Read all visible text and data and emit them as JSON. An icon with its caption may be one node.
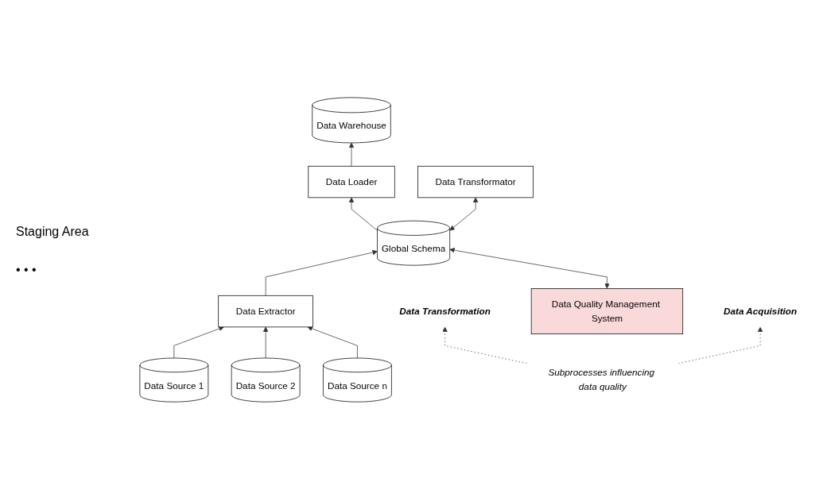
{
  "diagram": {
    "nodes": [
      {
        "text": [
          "Data Warehouse"
        ]
      },
      {
        "text": [
          "Data Loader"
        ]
      },
      {
        "text": [
          "Data Quality Management System"
        ]
      },
      {
        "text": [
          "Global Schema"
        ]
      },
      {
        "text": [
          "Data Transformator"
        ]
      },
      {
        "text": [
          "Data Transformation"
        ]
      },
      {
        "text": [
          "Subprocesses influencing data quality"
        ]
      },
      {
        "text": [
          "Data Extractor"
        ]
      },
      {
        "text": [
          "Data Source 1"
        ]
      },
      {
        "text": [
          "Data Source 2"
        ]
      },
      {
        "text": [
          "Data Source n"
        ]
      },
      {
        "text": [
          "Data Acquisition"
        ]
      }
    ],
    "edges": [
      {
        "from": 8,
        "to": 7,
        "arrow": "to"
      },
      {
        "from": 9,
        "to": 7,
        "arrow": "to"
      },
      {
        "from": 10,
        "to": 7,
        "arrow": "to"
      },
      {
        "from": 7,
        "to": 3,
        "arrow": "to"
      },
      {
        "from": 2,
        "to": 3,
        "arrow": "both"
      },
      {
        "from": 3,
        "to": 4,
        "arrow": "both"
      },
      {
        "from": 3,
        "to": 1,
        "arrow": "to"
      },
      {
        "from": 1,
        "to": 0,
        "arrow": "to"
      },
      {
        "from": 6,
        "to": 5,
        "arrow": "to",
        "style": "dashed"
      },
      {
        "from": 6,
        "to": 11,
        "arrow": "to",
        "style": "dashed"
      }
    ],
    "labels": [
      "Staging Area",
      "• • •"
    ]
  }
}
